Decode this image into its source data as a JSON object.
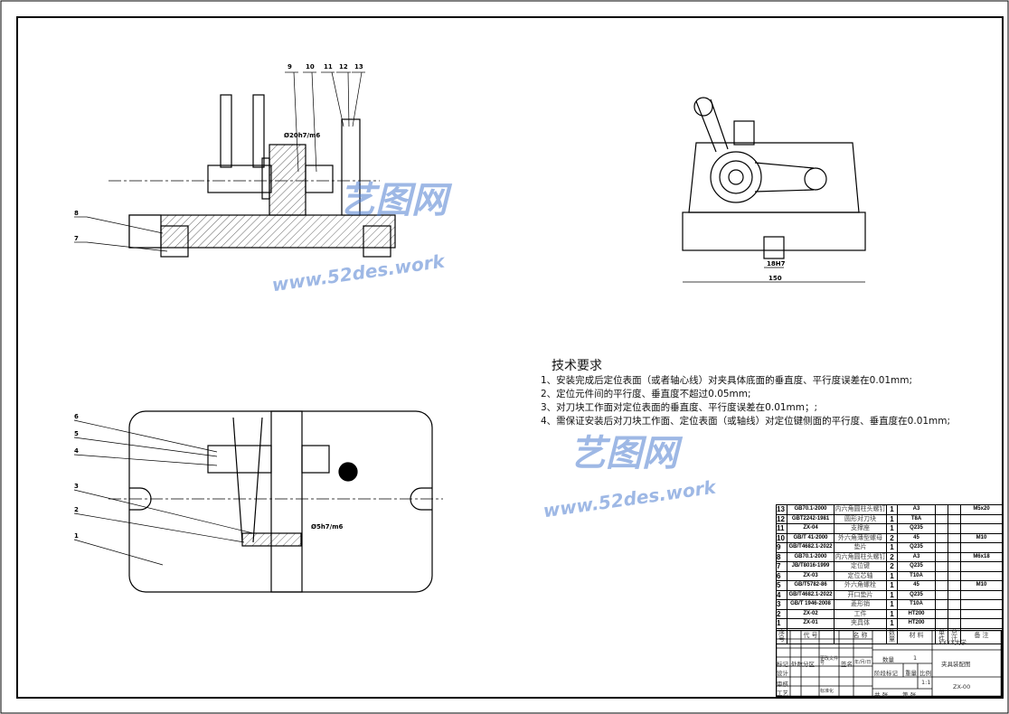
{
  "dimensions": {
    "shaft_fit": "Ø20h7/m6",
    "key_fit": "18H7",
    "width": "150",
    "pin_fit": "Ø5h7/m6"
  },
  "balloons": [
    "1",
    "2",
    "3",
    "4",
    "5",
    "6",
    "7",
    "8",
    "9",
    "10",
    "11",
    "12",
    "13"
  ],
  "tech_requirements": {
    "title": "技术要求",
    "items": [
      "1、安装完成后定位表面（或者轴心线）对夹具体底面的垂直度、平行度误差在0.01mm;",
      "2、定位元件间的平行度、垂直度不超过0.05mm;",
      "3、对刀块工作面对定位表面的垂直度、平行度误差在0.01mm；;",
      "4、需保证安装后对刀块工作面、定位表面（或轴线）对定位键侧面的平行度、垂直度在0.01mm;"
    ]
  },
  "watermark": {
    "brand": "艺图网",
    "url": "www.52des.work"
  },
  "bom": {
    "rows": [
      {
        "no": "13",
        "code": "GB70.1-2000",
        "name": "内六角圆柱头螺钉",
        "qty": "1",
        "material": "A3",
        "remark": "M5x20"
      },
      {
        "no": "12",
        "code": "GBT2242-1981",
        "name": "圆形对刀块",
        "qty": "1",
        "material": "T8A",
        "remark": ""
      },
      {
        "no": "11",
        "code": "ZX-04",
        "name": "支撑座",
        "qty": "1",
        "material": "Q235",
        "remark": ""
      },
      {
        "no": "10",
        "code": "GB/T 41-2000",
        "name": "外六角薄型螺母",
        "qty": "2",
        "material": "45",
        "remark": "M10"
      },
      {
        "no": "9",
        "code": "GB/T4682.1-2022",
        "name": "垫片",
        "qty": "1",
        "material": "Q235",
        "remark": ""
      },
      {
        "no": "8",
        "code": "GB70.1-2000",
        "name": "内六角圆柱头螺钉",
        "qty": "2",
        "material": "A3",
        "remark": "M6x18"
      },
      {
        "no": "7",
        "code": "JB/T8016-1999",
        "name": "定位键",
        "qty": "2",
        "material": "Q235",
        "remark": ""
      },
      {
        "no": "6",
        "code": "ZX-03",
        "name": "定位芯轴",
        "qty": "1",
        "material": "T10A",
        "remark": ""
      },
      {
        "no": "5",
        "code": "GB/T5782-86",
        "name": "外六角螺栓",
        "qty": "1",
        "material": "45",
        "remark": "M10"
      },
      {
        "no": "4",
        "code": "GB/T4682.1-2022",
        "name": "开口垫片",
        "qty": "1",
        "material": "Q235",
        "remark": ""
      },
      {
        "no": "3",
        "code": "GB/T 1946-2008",
        "name": "菱形销",
        "qty": "1",
        "material": "T10A",
        "remark": ""
      },
      {
        "no": "2",
        "code": "ZX-02",
        "name": "工件",
        "qty": "1",
        "material": "HT200",
        "remark": ""
      },
      {
        "no": "1",
        "code": "ZX-01",
        "name": "夹具体",
        "qty": "1",
        "material": "HT200",
        "remark": ""
      }
    ],
    "header": {
      "no": "序号",
      "code": "代 号",
      "name": "名 称",
      "qty": "数量",
      "material": "材 料",
      "unit": "单件",
      "total": "总计",
      "weight": "重 量",
      "remark": "备 注"
    }
  },
  "title_block": {
    "school": "XXXX大学",
    "drawing_name": "夹具装配图",
    "drawing_no": "ZX-00",
    "qty_label": "数量",
    "qty": "1",
    "stage": "阶段标记",
    "weight": "重量",
    "scale_label": "比例",
    "scale": "1:1",
    "sheets": "共    张",
    "sheet": "第    张",
    "mark": "标记",
    "count": "处数",
    "zone": "分区",
    "change": "更改文件号",
    "sign": "签名",
    "date": "年/月/日",
    "design": "设计",
    "review": "审核",
    "process": "工艺",
    "standard": "标准化"
  }
}
